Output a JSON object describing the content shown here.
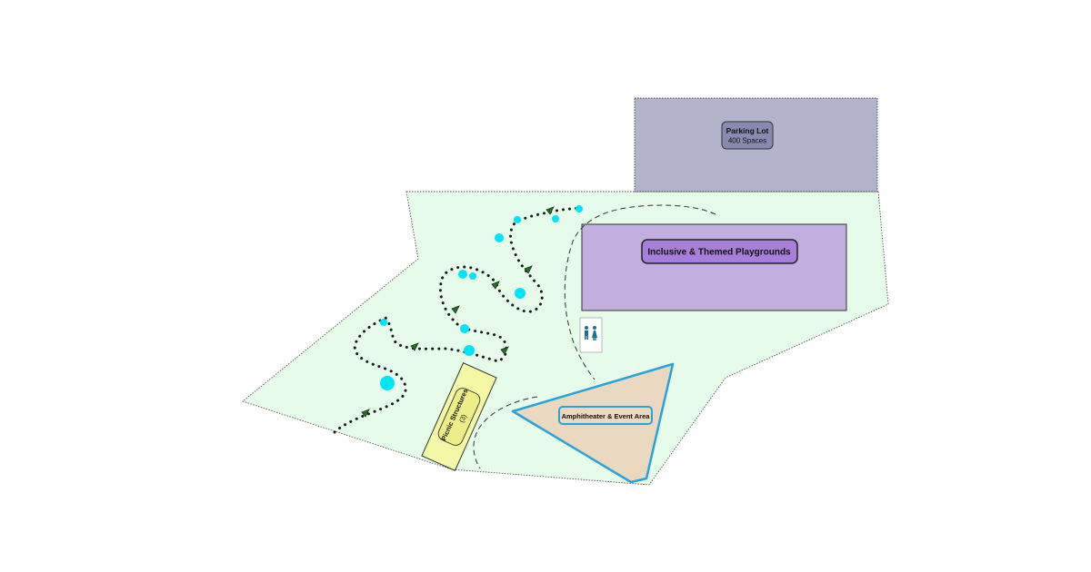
{
  "parking": {
    "title": "Parking Lot",
    "capacity": "400 Spaces",
    "fill_color": "#b3b3cc",
    "badge_color": "#8a8ab0"
  },
  "playground": {
    "title": "Inclusive & Themed Playgrounds",
    "fill_color": "#c2afe0",
    "badge_color": "#a77fd9"
  },
  "restroom": {
    "icon": "restroom-icon",
    "color": "#1f6f8f"
  },
  "picnic": {
    "title": "Picnic Structures",
    "count": "(3)",
    "fill_color": "#f4f7a6"
  },
  "amphitheater": {
    "title": "Amphitheater & Event Area",
    "fill_color": "#ead8c0",
    "border_color": "#29a3d8"
  },
  "park": {
    "fill_color": "#e6fbea"
  },
  "trail": {
    "icons": [
      "tree-icon",
      "water-feature-icon"
    ],
    "color": "#00e5f5"
  }
}
